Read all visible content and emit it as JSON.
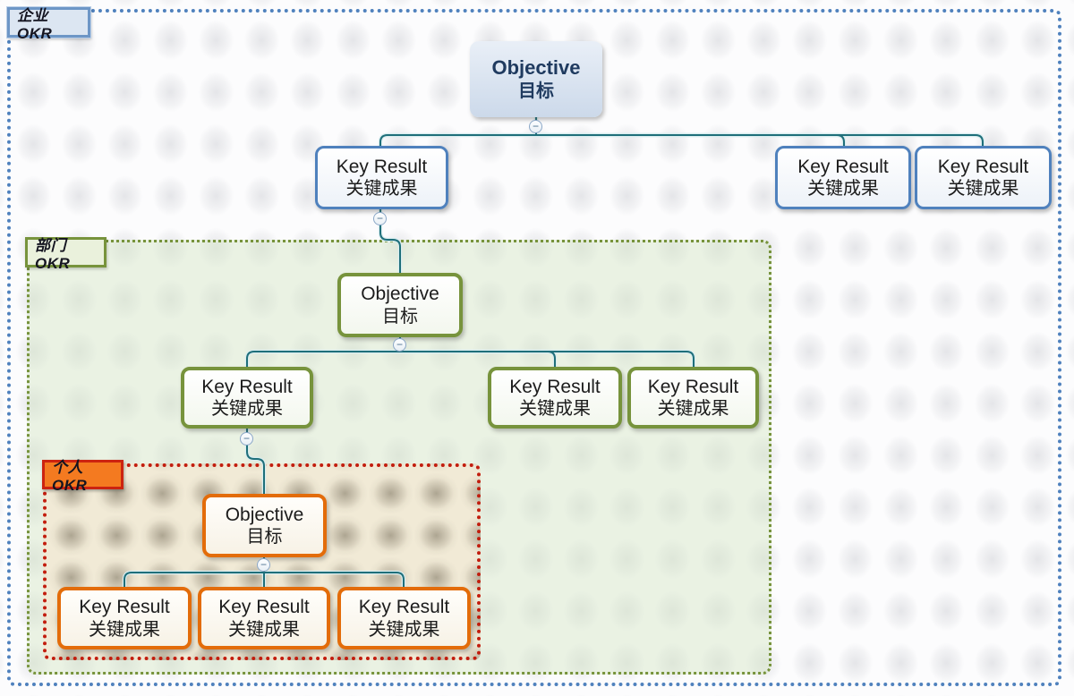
{
  "diagram": {
    "zones": [
      {
        "id": "enterprise",
        "label": "企业OKR"
      },
      {
        "id": "department",
        "label": "部门OKR"
      },
      {
        "id": "personal",
        "label": "个人OKR"
      }
    ],
    "nodes": {
      "ent_obj": {
        "en": "Objective",
        "zh": "目标"
      },
      "ent_kr1": {
        "en": "Key Result",
        "zh": "关键成果"
      },
      "ent_kr2": {
        "en": "Key Result",
        "zh": "关键成果"
      },
      "ent_kr3": {
        "en": "Key Result",
        "zh": "关键成果"
      },
      "dept_obj": {
        "en": "Objective",
        "zh": "目标"
      },
      "dept_kr1": {
        "en": "Key Result",
        "zh": "关键成果"
      },
      "dept_kr2": {
        "en": "Key Result",
        "zh": "关键成果"
      },
      "dept_kr3": {
        "en": "Key Result",
        "zh": "关键成果"
      },
      "pers_obj": {
        "en": "Objective",
        "zh": "目标"
      },
      "pers_kr1": {
        "en": "Key Result",
        "zh": "关键成果"
      },
      "pers_kr2": {
        "en": "Key Result",
        "zh": "关键成果"
      },
      "pers_kr3": {
        "en": "Key Result",
        "zh": "关键成果"
      }
    },
    "toggle_glyph": "−",
    "colors": {
      "connector": "#1f6f7a",
      "enterprise_accent": "#4f81bd",
      "enterprise_label_bg": "#dce6f2",
      "department_accent": "#77933c",
      "department_label_bg": "#eaf1dc",
      "personal_dotted": "#c21d0e",
      "personal_node_accent": "#e36c0a",
      "personal_label_bg": "#f47a20"
    }
  }
}
